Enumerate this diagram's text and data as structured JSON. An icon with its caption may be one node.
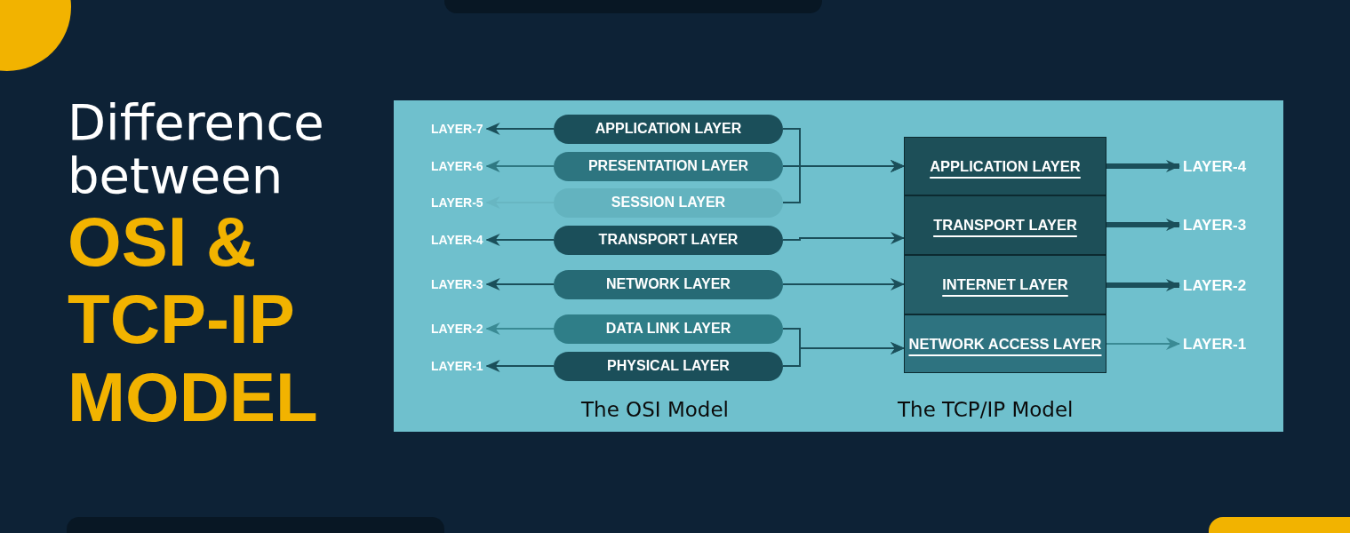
{
  "diagram": {
    "title": "Difference between **OSI & TCP-IP MODEL**",
    "nodes": [
      {
        "text": [
          "APPLICATION LAYER"
        ]
      },
      {
        "text": [
          "PRESENTATION LAYER"
        ]
      },
      {
        "text": [
          "SESSION LAYER"
        ]
      },
      {
        "text": [
          "TRANSPORT LAYER"
        ]
      },
      {
        "text": [
          "NETWORK LAYER"
        ]
      },
      {
        "text": [
          "DATA LINK LAYER"
        ]
      },
      {
        "text": [
          "PHYSICAL LAYER"
        ]
      },
      {
        "text": [
          "LAYER-7"
        ]
      },
      {
        "text": [
          "LAYER-6"
        ]
      },
      {
        "text": [
          "LAYER-5"
        ]
      },
      {
        "text": [
          "LAYER-4"
        ]
      },
      {
        "text": [
          "LAYER-3"
        ]
      },
      {
        "text": [
          "LAYER-2"
        ]
      },
      {
        "text": [
          "LAYER-1"
        ]
      },
      {
        "text": [
          "APPLICATION LAYER"
        ]
      },
      {
        "text": [
          "TRANSPORT LAYER"
        ]
      },
      {
        "text": [
          "INTERNET LAYER"
        ]
      },
      {
        "text": [
          "NETWORK ACCESS LAYER"
        ]
      },
      {
        "text": [
          "LAYER-4"
        ]
      },
      {
        "text": [
          "LAYER-3"
        ]
      },
      {
        "text": [
          "LAYER-2"
        ]
      },
      {
        "text": [
          "LAYER-1"
        ]
      }
    ],
    "edges": [
      {
        "from": 0,
        "to": 7,
        "arrow": "to"
      },
      {
        "from": 1,
        "to": 8,
        "arrow": "to",
        "color": "#2f7882"
      },
      {
        "from": 2,
        "to": 9,
        "arrow": "to",
        "color": "#68b6c2"
      },
      {
        "from": 3,
        "to": 10,
        "arrow": "to"
      },
      {
        "from": 4,
        "to": 11,
        "arrow": "to"
      },
      {
        "from": 5,
        "to": 12,
        "arrow": "to",
        "color": "#3a8a94"
      },
      {
        "from": 6,
        "to": 13,
        "arrow": "to"
      },
      {
        "from": 0,
        "to": 14,
        "arrow": "to"
      },
      {
        "from": 1,
        "to": 14,
        "arrow": "to"
      },
      {
        "from": 2,
        "to": 14,
        "arrow": "to"
      },
      {
        "from": 3,
        "to": 15,
        "arrow": "to"
      },
      {
        "from": 4,
        "to": 16,
        "arrow": "to"
      },
      {
        "from": 5,
        "to": 17,
        "arrow": "to"
      },
      {
        "from": 6,
        "to": 17,
        "arrow": "to"
      },
      {
        "from": 14,
        "to": 18,
        "arrow": "to",
        "style": "thick"
      },
      {
        "from": 15,
        "to": 19,
        "arrow": "to",
        "style": "thick"
      },
      {
        "from": 16,
        "to": 20,
        "arrow": "to",
        "style": "thick"
      },
      {
        "from": 17,
        "to": 21,
        "arrow": "to",
        "color": "#3a8a94"
      }
    ],
    "labels": [
      "The OSI Model",
      "The TCP/IP Model"
    ]
  }
}
